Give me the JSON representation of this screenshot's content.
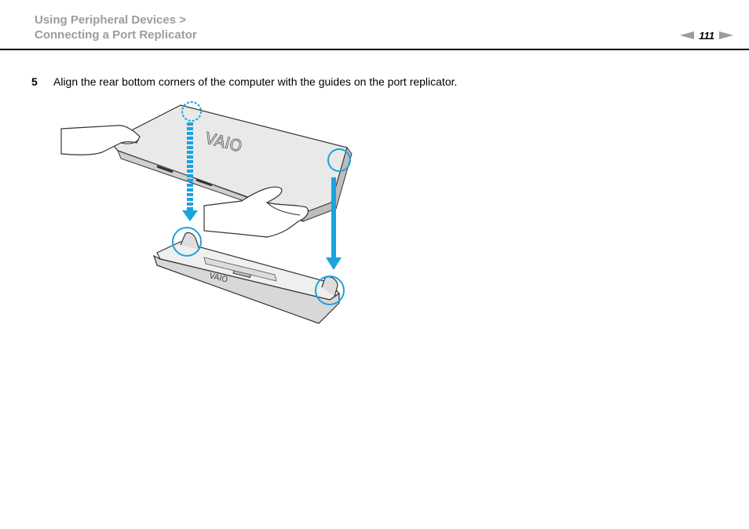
{
  "header": {
    "breadcrumb_line1": "Using Peripheral Devices >",
    "breadcrumb_line2": "Connecting a Port Replicator",
    "page_number": "111"
  },
  "step": {
    "number": "5",
    "text": "Align the rear bottom corners of the computer with the guides on the port replicator."
  },
  "figure": {
    "laptop_logo": "VAIO",
    "replicator_logo": "VAIO"
  },
  "colors": {
    "accent_blue": "#1aa3e0",
    "header_gray": "#9c9c9c"
  }
}
